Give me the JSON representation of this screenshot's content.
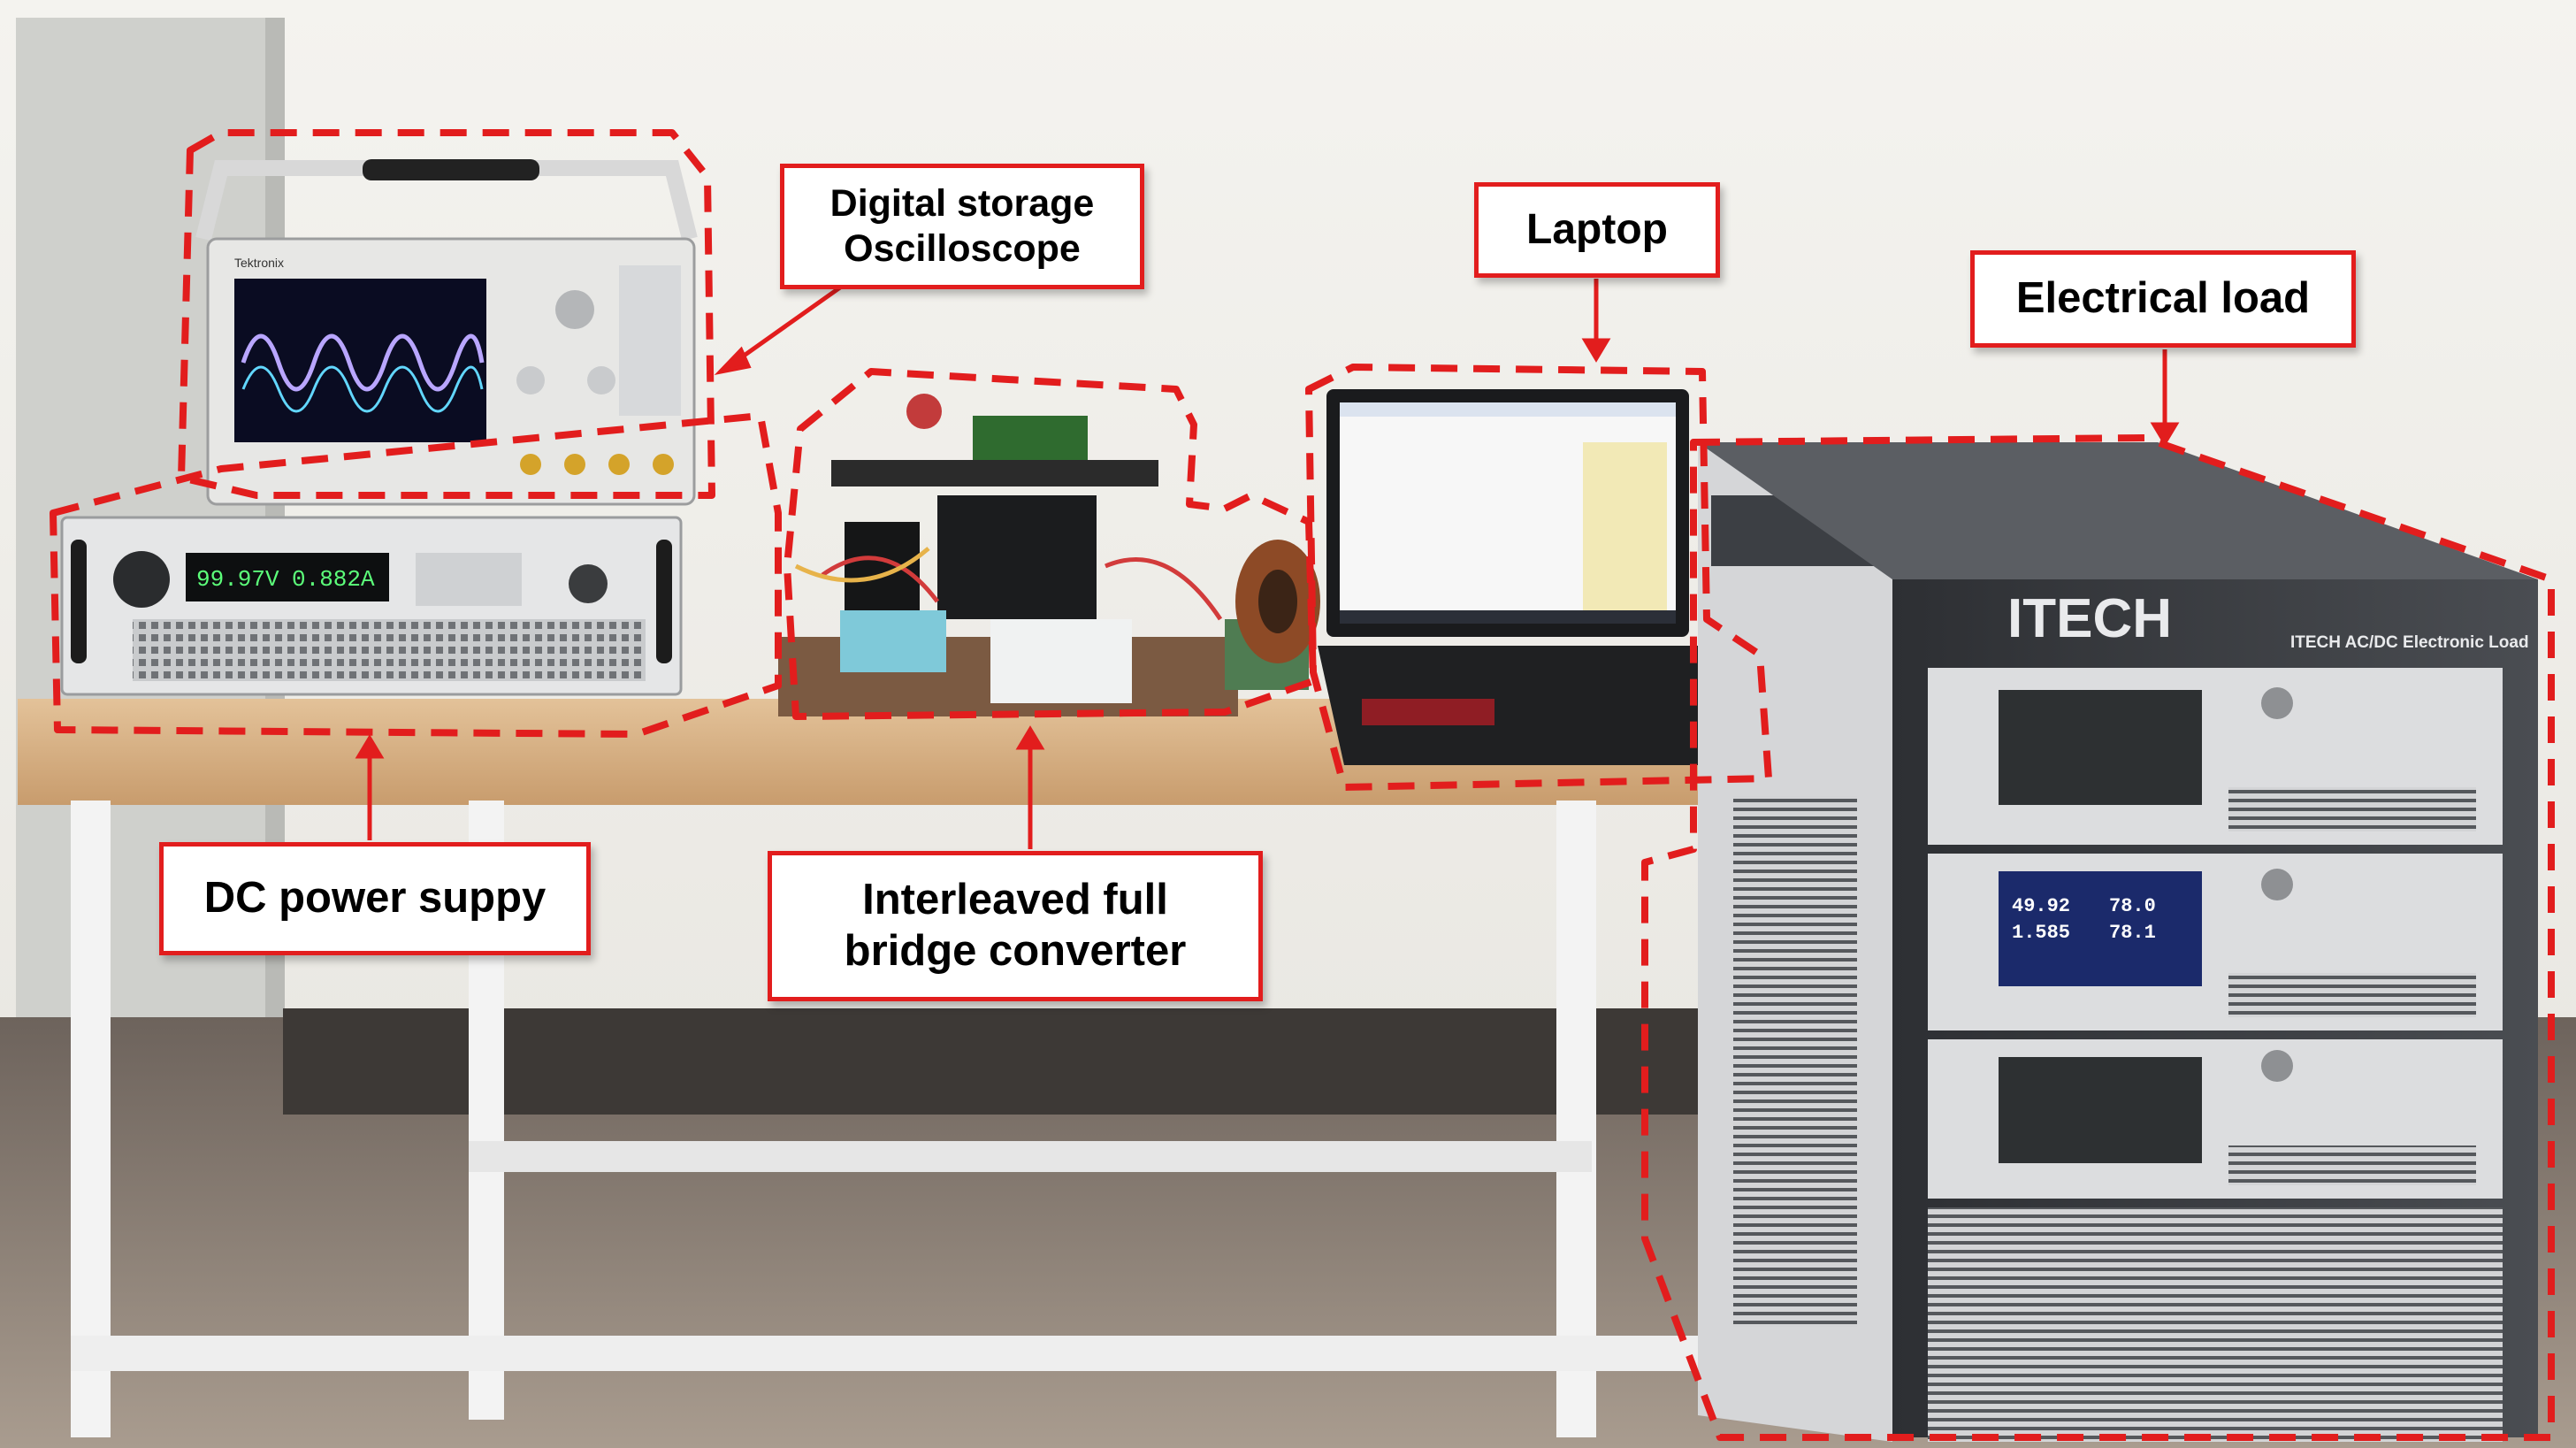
{
  "labels": {
    "oscilloscope": [
      "Digital storage",
      "Oscilloscope"
    ],
    "laptop": "Laptop",
    "electrical_load": "Electrical load",
    "dc_power_supply": "DC power suppy",
    "converter": [
      "Interleaved full",
      "bridge converter"
    ]
  },
  "device_text": {
    "itech_logo": "ITECH",
    "itech_model": "ITECH  AC/DC Electronic Load",
    "psu_voltage": "99.97V",
    "psu_current": "0.882A",
    "load_readout_a": "49.92",
    "load_readout_b": "78.0",
    "load_readout_c": "1.585",
    "load_readout_d": "78.1",
    "scope_brand": "Tektronix"
  },
  "colors": {
    "annotation_red": "#e21d1d",
    "wall": "#efeeea",
    "desk_top": "#d9b58a",
    "floor": "#9a8e82",
    "load_cabinet": "#3b3d41",
    "waveform": "#b9a6ff",
    "psu_display": "#5cff7a"
  }
}
